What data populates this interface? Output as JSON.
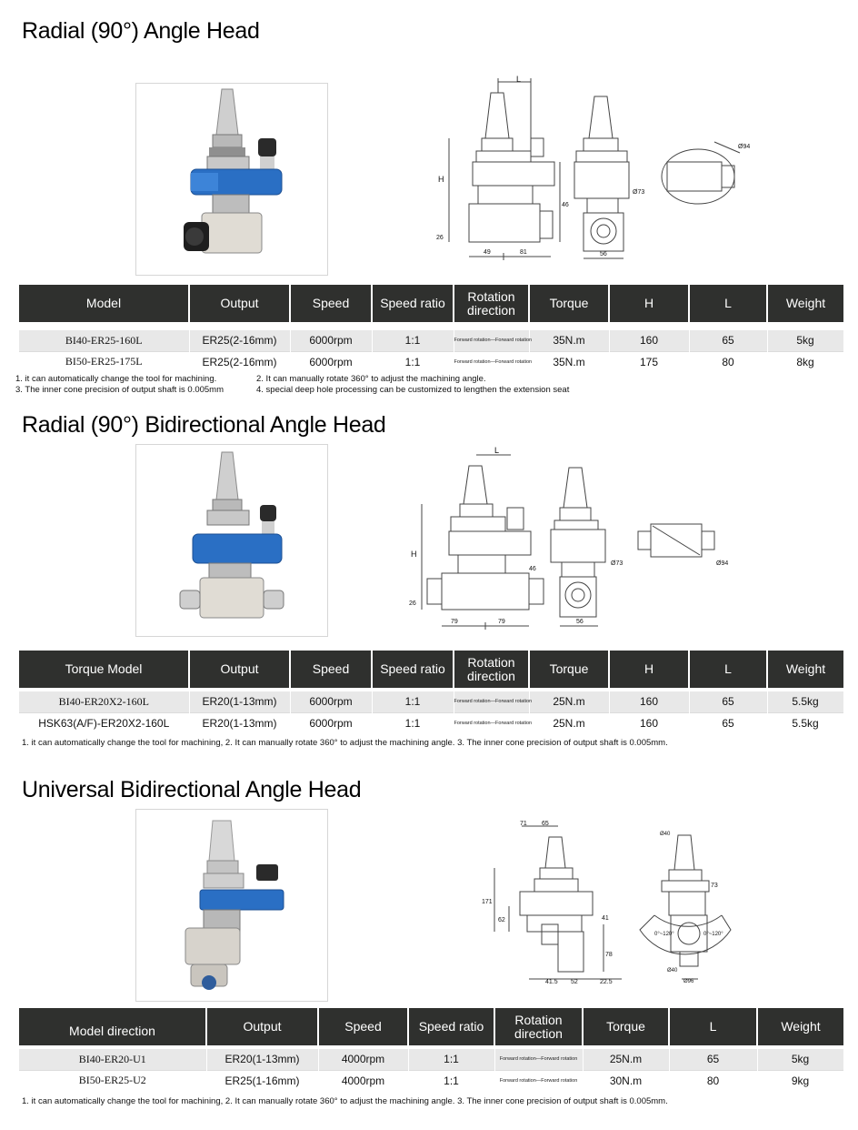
{
  "section1": {
    "title": "Radial (90°) Angle Head",
    "headers": [
      "Model",
      "Output",
      "Speed",
      "Speed ratio",
      "Rotation direction",
      "Torque",
      "H",
      "L",
      "Weight"
    ],
    "rows": [
      [
        "BI40-ER25-160L",
        "ER25(2-16mm)",
        "6000rpm",
        "1:1",
        "Forward rotation—Forward rotation",
        "35N.m",
        "160",
        "65",
        "5kg"
      ],
      [
        "BI50-ER25-175L",
        "ER25(2-16mm)",
        "6000rpm",
        "1:1",
        "Forward rotation—Forward rotation",
        "35N.m",
        "175",
        "80",
        "8kg"
      ]
    ],
    "notes": [
      "1. it can automatically change the tool for machining.",
      "2. It can manually rotate 360° to adjust the machining angle.",
      "3. The inner cone precision of output shaft is 0.005mm",
      "4. special deep hole processing can be customized to lengthen the extension seat"
    ],
    "dims": {
      "L": "L",
      "H": "H",
      "d73": "Ø73",
      "d49": "49",
      "d81": "81",
      "d56": "56",
      "d94": "Ø94",
      "d46": "46",
      "d26": "26"
    }
  },
  "section2": {
    "title": "Radial (90°) Bidirectional Angle Head",
    "headers": [
      "Torque  Model",
      "Output",
      "Speed",
      "Speed ratio",
      "Rotation direction",
      "Torque",
      "H",
      "L",
      "Weight"
    ],
    "rows": [
      [
        "BI40-ER20X2-160L",
        "ER20(1-13mm)",
        "6000rpm",
        "1:1",
        "Forward rotation—Forward rotation",
        "25N.m",
        "160",
        "65",
        "5.5kg"
      ],
      [
        "HSK63(A/F)-ER20X2-160L",
        "ER20(1-13mm)",
        "6000rpm",
        "1:1",
        "Forward rotation—Forward rotation",
        "25N.m",
        "160",
        "65",
        "5.5kg"
      ]
    ],
    "note": "1. it can automatically change the tool for machining, 2. It can manually rotate 360° to adjust the machining angle. 3. The inner cone precision of output shaft is 0.005mm.",
    "dims": {
      "L": "L",
      "H": "H",
      "d73": "Ø73",
      "d79a": "79",
      "d79b": "79",
      "d56": "56",
      "d94": "Ø94",
      "d46": "46",
      "d26": "26"
    }
  },
  "section3": {
    "title": "Universal Bidirectional Angle Head",
    "headers": [
      "Model direction",
      "Output",
      "Speed",
      "Speed ratio",
      "Rotation direction",
      "Torque",
      "L",
      "Weight"
    ],
    "rows": [
      [
        "BI40-ER20-U1",
        "ER20(1-13mm)",
        "4000rpm",
        "1:1",
        "Forward rotation—Forward rotation",
        "25N.m",
        "65",
        "5kg"
      ],
      [
        "BI50-ER25-U2",
        "ER25(1-16mm)",
        "4000rpm",
        "1:1",
        "Forward rotation—Forward rotation",
        "30N.m",
        "80",
        "9kg"
      ]
    ],
    "note": "1. it can automatically change the tool for machining, 2. It can manually rotate 360° to adjust the machining angle. 3. The inner cone precision of output shaft is 0.005mm.",
    "dims": {
      "d71": "71",
      "d65": "65",
      "d171": "171",
      "d62": "62",
      "d41": "41",
      "d78": "78",
      "d415": "41.5",
      "d52": "52",
      "d225": "22.5",
      "d73": "73",
      "d40": "Ø40",
      "d96": "Ø96",
      "a0": "0°~120°",
      "a1": "0°~120°",
      "d40b": "Ø40"
    }
  },
  "colors": {
    "header_bg": "#2f302e",
    "row_alt": "#e8e8e8",
    "accent_blue": "#2a6fc4"
  }
}
